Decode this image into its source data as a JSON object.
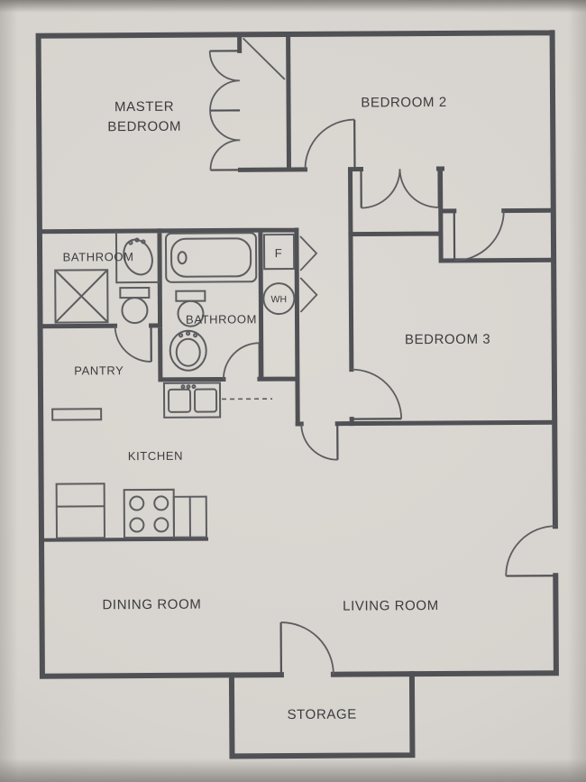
{
  "rooms": {
    "master_bedroom": {
      "line1": "MASTER",
      "line2": "BEDROOM"
    },
    "bedroom2": "BEDROOM 2",
    "bedroom3": "BEDROOM 3",
    "bathroom_master": "BATHROOM",
    "bathroom_hall": "BATHROOM",
    "pantry": "PANTRY",
    "kitchen": "KITCHEN",
    "dining_room": "DINING ROOM",
    "living_room": "LIVING ROOM",
    "storage": "STORAGE"
  },
  "fixtures": {
    "furnace_label": "F",
    "water_heater_label": "WH"
  },
  "colors": {
    "paper": "#d8d4cf",
    "wall": "#505155",
    "line": "#5c5d60",
    "text": "#3c3d40"
  }
}
